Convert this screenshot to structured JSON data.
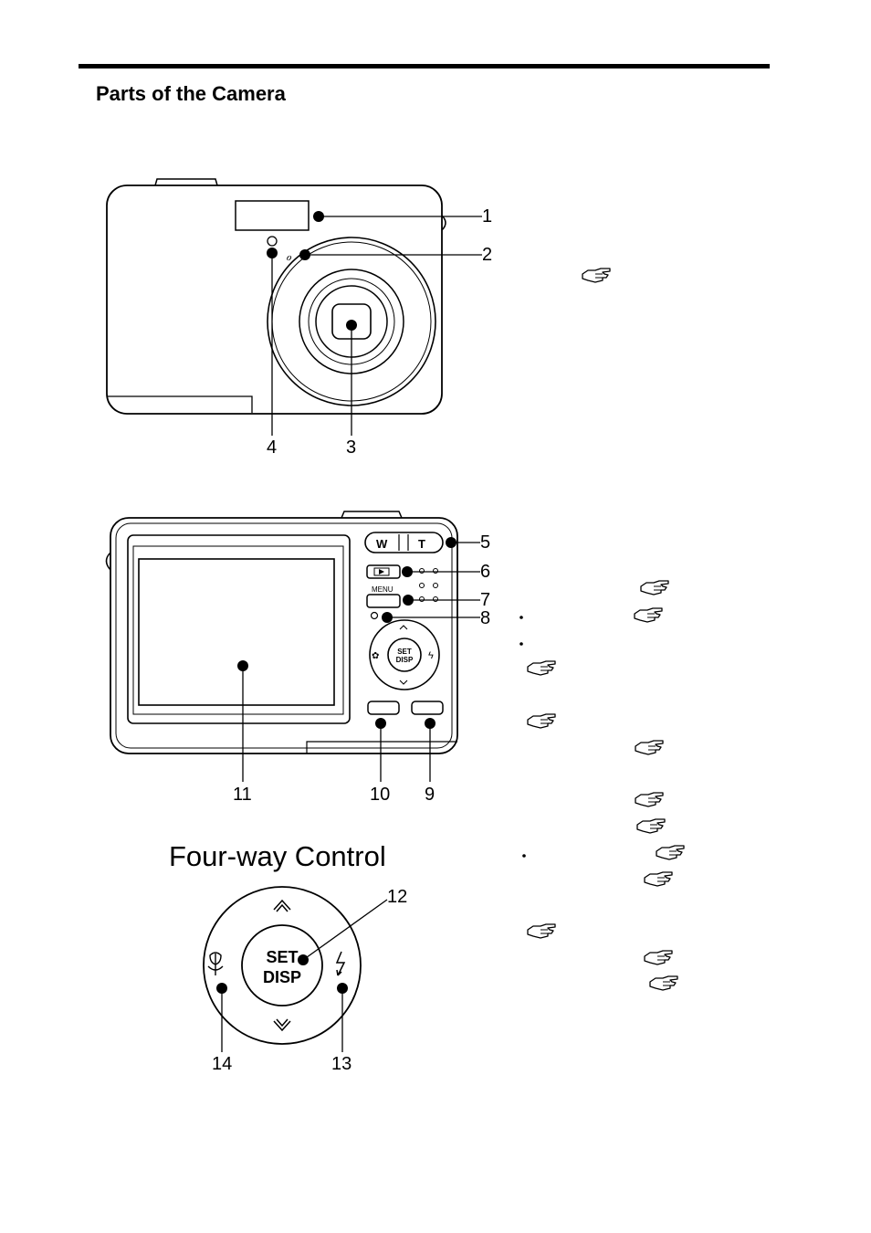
{
  "page": {
    "heading": "Parts of the Camera"
  },
  "front_view": {
    "callouts": [
      "1",
      "2",
      "3",
      "4"
    ]
  },
  "back_view": {
    "callouts": [
      "5",
      "6",
      "7",
      "8",
      "9",
      "10",
      "11"
    ],
    "zoom_wide": "W",
    "zoom_tele": "T",
    "menu_label": "MENU",
    "set_label": "SET",
    "disp_label": "DISP"
  },
  "four_way": {
    "title": "Four-way Control",
    "set_label": "SET",
    "disp_label": "DISP",
    "callouts": [
      "12",
      "13",
      "14"
    ]
  },
  "icons": [
    "pointing-hand-icon",
    "macro-flower-icon",
    "flash-icon",
    "playback-icon",
    "chevron-up-icon",
    "chevron-down-icon"
  ]
}
